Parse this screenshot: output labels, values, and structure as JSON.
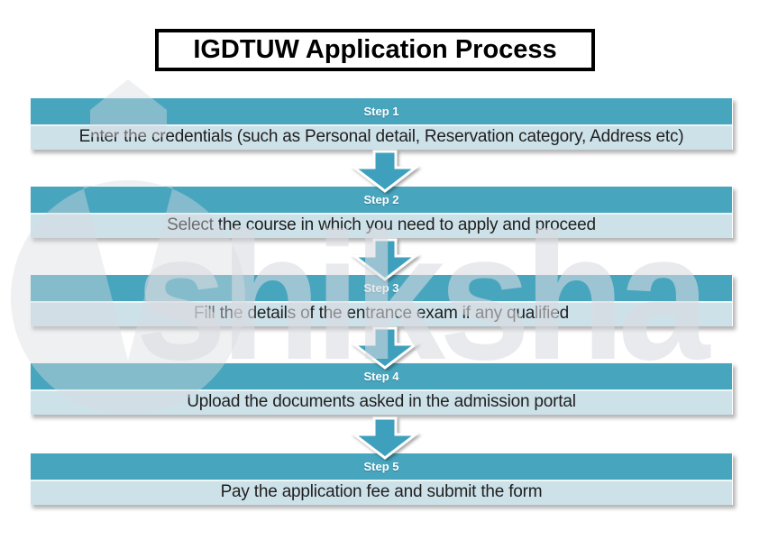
{
  "title": "IGDTUW Application Process",
  "steps": [
    {
      "label": "Step 1",
      "description": "Enter the credentials (such as Personal detail, Reservation category, Address etc)"
    },
    {
      "label": "Step 2",
      "description": "Select the course in which you need to apply and proceed"
    },
    {
      "label": "Step 3",
      "description": "Fill the details of the entrance exam if any qualified"
    },
    {
      "label": "Step 4",
      "description": "Upload the documents asked in the admission portal"
    },
    {
      "label": "Step 5",
      "description": "Pay the application fee and submit the form"
    }
  ],
  "watermark": {
    "text": "shiksha",
    "icon": "graduation-cap-icon"
  },
  "colors": {
    "step_header_bg": "#48A5BE",
    "step_body_bg": "#CDE1E9",
    "arrow_fill": "#3EA0BC",
    "title_border": "#000000",
    "step_label_text": "#FFFFFF",
    "body_text": "#1F1F1F",
    "watermark_color": "#D9DBE0"
  }
}
